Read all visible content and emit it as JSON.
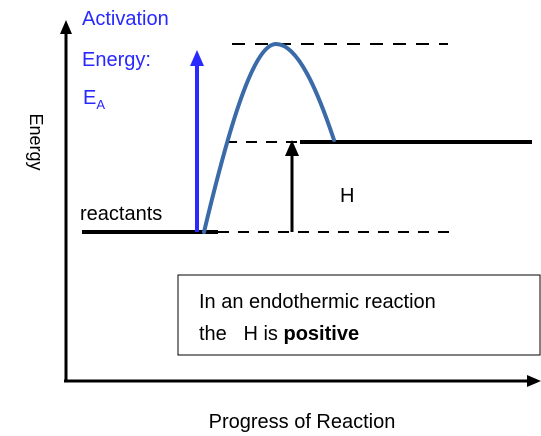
{
  "axes": {
    "y_label": "Energy",
    "x_label": "Progress of Reaction"
  },
  "activation_energy": {
    "line1": "Activation",
    "line2": "Energy:",
    "symbol": "E",
    "subscript": "A"
  },
  "reactants_label": "reactants",
  "enthalpy_label": "H",
  "note": {
    "line1": "In an endothermic reaction",
    "line2_prefix": "the   H is ",
    "line2_bold": "positive"
  },
  "colors": {
    "activation_arrow": "#2a2aff",
    "activation_text": "#2828ff",
    "curve": "#3a6aa8",
    "lines": "#000000"
  }
}
